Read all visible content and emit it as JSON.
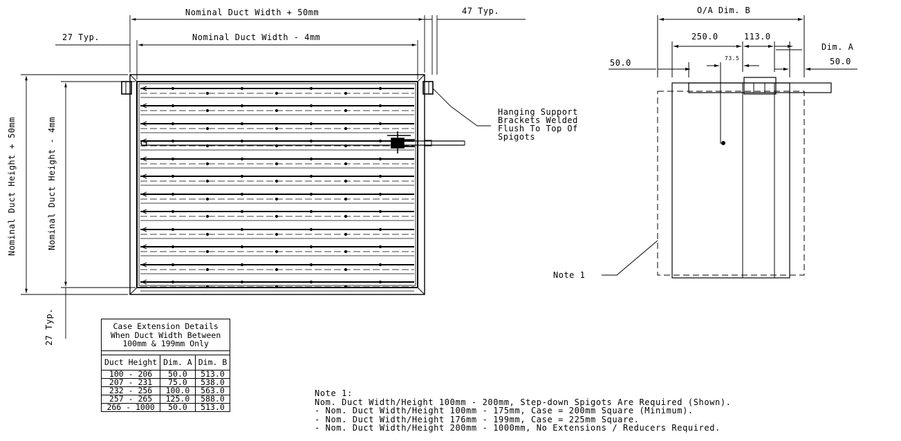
{
  "dimensions": {
    "overall_width": "Nominal Duct Width + 50mm",
    "inner_width": "Nominal Duct Width - 4mm",
    "flange_left": "27 Typ.",
    "flange_right": "47 Typ.",
    "overall_height": "Nominal Duct Height + 50mm",
    "inner_height": "Nominal Duct Height - 4mm",
    "flange_bottom": "27 Typ.",
    "side_overall": "O/A Dim. B",
    "side_250": "250.0",
    "side_113": "113.0",
    "side_dim_a": "Dim. A",
    "side_50_left": "50.0",
    "side_50_right": "50.0",
    "side_73": "73.5"
  },
  "callouts": {
    "hanging_support": [
      "Hanging Support",
      "Brackets Welded",
      "Flush To Top Of",
      "Spigots"
    ],
    "note1_marker": "Note 1"
  },
  "extension_table": {
    "title": [
      "Case Extension Details",
      "When Duct Width Between",
      "100mm & 199mm Only"
    ],
    "headers": [
      "Duct Height",
      "Dim. A",
      "Dim. B"
    ],
    "rows": [
      [
        "100 - 206",
        "50.0",
        "513.0"
      ],
      [
        "207 - 231",
        "75.0",
        "538.0"
      ],
      [
        "232 - 256",
        "100.0",
        "563.0"
      ],
      [
        "257 - 265",
        "125.0",
        "588.0"
      ],
      [
        "266 - 1000",
        "50.0",
        "513.0"
      ]
    ]
  },
  "notes": {
    "heading": "Note 1:",
    "lines": [
      "Nom. Duct Width/Height 100mm - 200mm, Step-down Spigots Are Required (Shown).",
      "- Nom. Duct Width/Height 100mm - 175mm, Case = 200mm Square (Minimum).",
      "- Nom. Duct Width/Height 176mm - 199mm, Case = 225mm Square.",
      "- Nom. Duct Width/Height 200mm - 1000mm, No Extensions / Reducers Required."
    ]
  }
}
